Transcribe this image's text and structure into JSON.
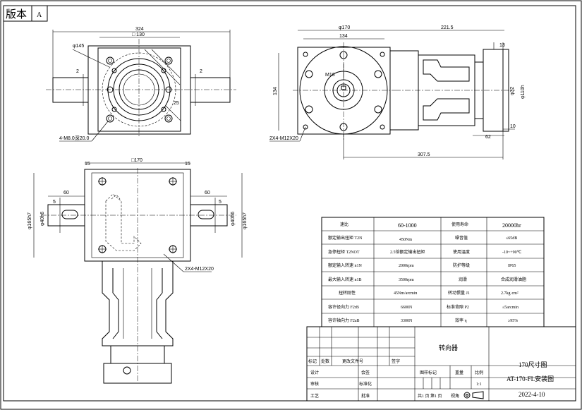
{
  "header": {
    "version_label": "版本",
    "version_value": "A"
  },
  "top_view": {
    "dims": {
      "overall": "324",
      "square": "□ 130",
      "bolt_circle": "φ145",
      "gap_left": "2",
      "gap_right": "2",
      "holes": "4-M8.0深20.0",
      "label_25": "25"
    }
  },
  "side_view": {
    "dims": {
      "diameter": "φ170",
      "width": "134",
      "length": "221.5",
      "height": "134",
      "tap": "M16",
      "tap_depth": "13",
      "bore": "φ32",
      "bore2": "φ110h",
      "d62": "62",
      "d10": "10",
      "d307": "307.5",
      "holes": "2X4-M12X20"
    }
  },
  "front_view": {
    "dims": {
      "d15": "15",
      "d170": "□170",
      "d60": "60",
      "d5": "5",
      "left_d1": "φ40h6",
      "left_d2": "φ165h7",
      "right_d1": "φ40h6",
      "right_d2": "φ165h7",
      "holes": "2X4-M12X20"
    }
  },
  "specs": {
    "rows": [
      {
        "k1": "速比",
        "v1": "60-1000",
        "k2": "使用寿命",
        "v2": "20000hr"
      },
      {
        "k1": "额定输出扭矩 T2N",
        "v1": "450Nm",
        "k2": "噪音值",
        "v2": "≤65dB"
      },
      {
        "k1": "急停扭矩 T2NOT",
        "v1": "2.5倍额定输出扭矩",
        "k2": "使用温度",
        "v2": "-10~+90℃"
      },
      {
        "k1": "额定输入转速 n1N",
        "v1": "2000rpm",
        "k2": "防护等级",
        "v2": "IP65"
      },
      {
        "k1": "最大输入转速 n1B",
        "v1": "3500rpm",
        "k2": "润滑",
        "v2": "合成润滑油脂"
      },
      {
        "k1": "扭转刚性",
        "v1": "45Nm/arcmin",
        "k2": "转动惯量 J1",
        "v2": "2.7kg·cm²"
      },
      {
        "k1": "容许径向力 F2rB",
        "v1": "6600N",
        "k2": "标准背隙 P2",
        "v2": "≤5arcmin"
      },
      {
        "k1": "容许轴向力 F2aB",
        "v1": "3300N",
        "k2": "效率 η",
        "v2": "≥95%"
      }
    ]
  },
  "title_block": {
    "product": "转向器",
    "size": "170尺寸图",
    "drawing_name": "AT-170-FL安装图",
    "date": "2022-4-10",
    "marker": "标记",
    "count": "处数",
    "change_doc": "更改文件号",
    "sign": "签字",
    "design": "设计",
    "countersign": "会签",
    "review": "审核",
    "standard": "标准化",
    "process": "工艺",
    "approve": "批准",
    "pattern_mark": "图样标记",
    "weight": "重量",
    "scale": "比例",
    "scale_value": "1:1",
    "pages": "共1 页  第1 页",
    "view_label": "视角"
  }
}
